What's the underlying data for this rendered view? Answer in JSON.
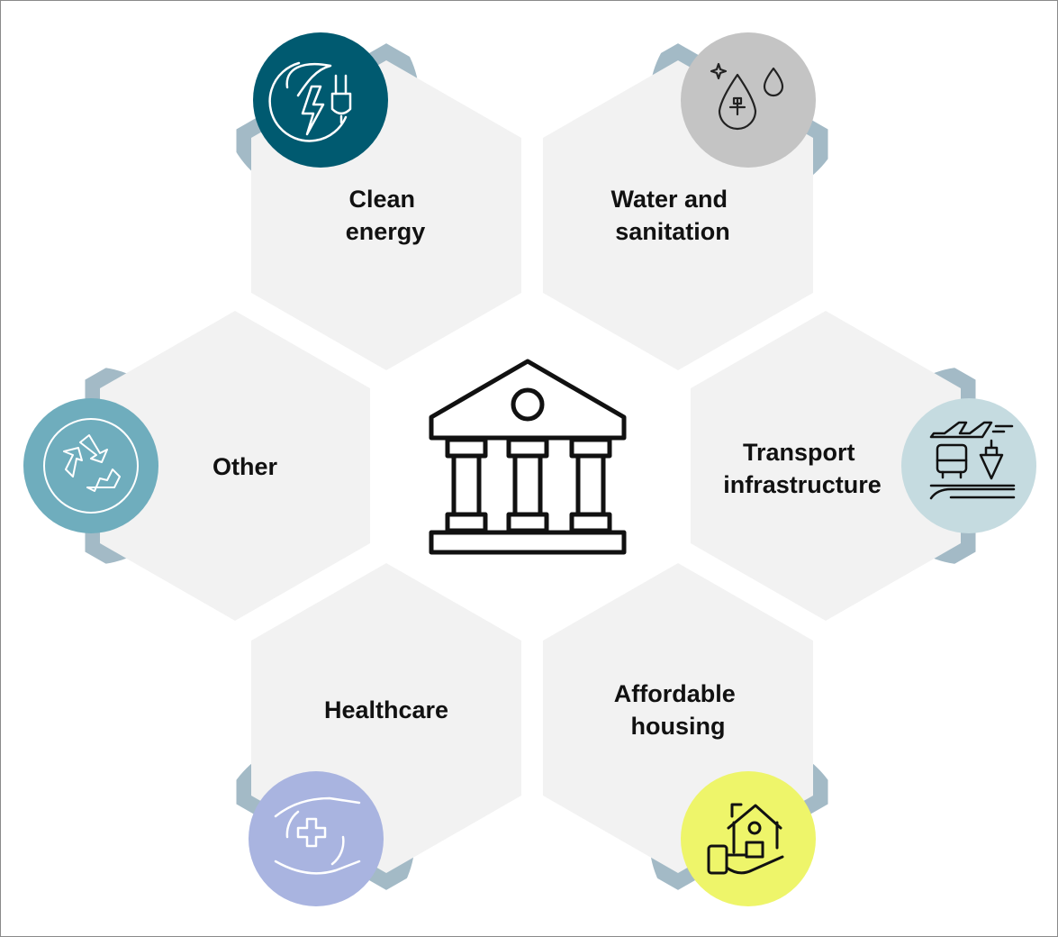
{
  "center": {
    "icon": "bank-icon"
  },
  "band_color": "#a3bac6",
  "hex_color": "#f2f2f2",
  "sectors": [
    {
      "id": "clean-energy",
      "lines": [
        "Clean",
        "energy"
      ],
      "icon": "leaf-lightning-plug-icon",
      "color": "#005a70"
    },
    {
      "id": "water-sanitation",
      "lines": [
        "Water and",
        "sanitation"
      ],
      "icon": "water-drop-cross-icon",
      "color": "#c4c4c4"
    },
    {
      "id": "other",
      "lines": [
        "Other"
      ],
      "icon": "recycle-icon",
      "color": "#6fadbd"
    },
    {
      "id": "transport",
      "lines": [
        "Transport",
        "infrastructure"
      ],
      "icon": "plane-bus-ship-train-icon",
      "color": "#c5dbe0"
    },
    {
      "id": "healthcare",
      "lines": [
        "Healthcare"
      ],
      "icon": "hands-medical-cross-icon",
      "color": "#a9b4e0"
    },
    {
      "id": "housing",
      "lines": [
        "Affordable",
        "housing"
      ],
      "icon": "hand-house-icon",
      "color": "#eef56a"
    }
  ]
}
